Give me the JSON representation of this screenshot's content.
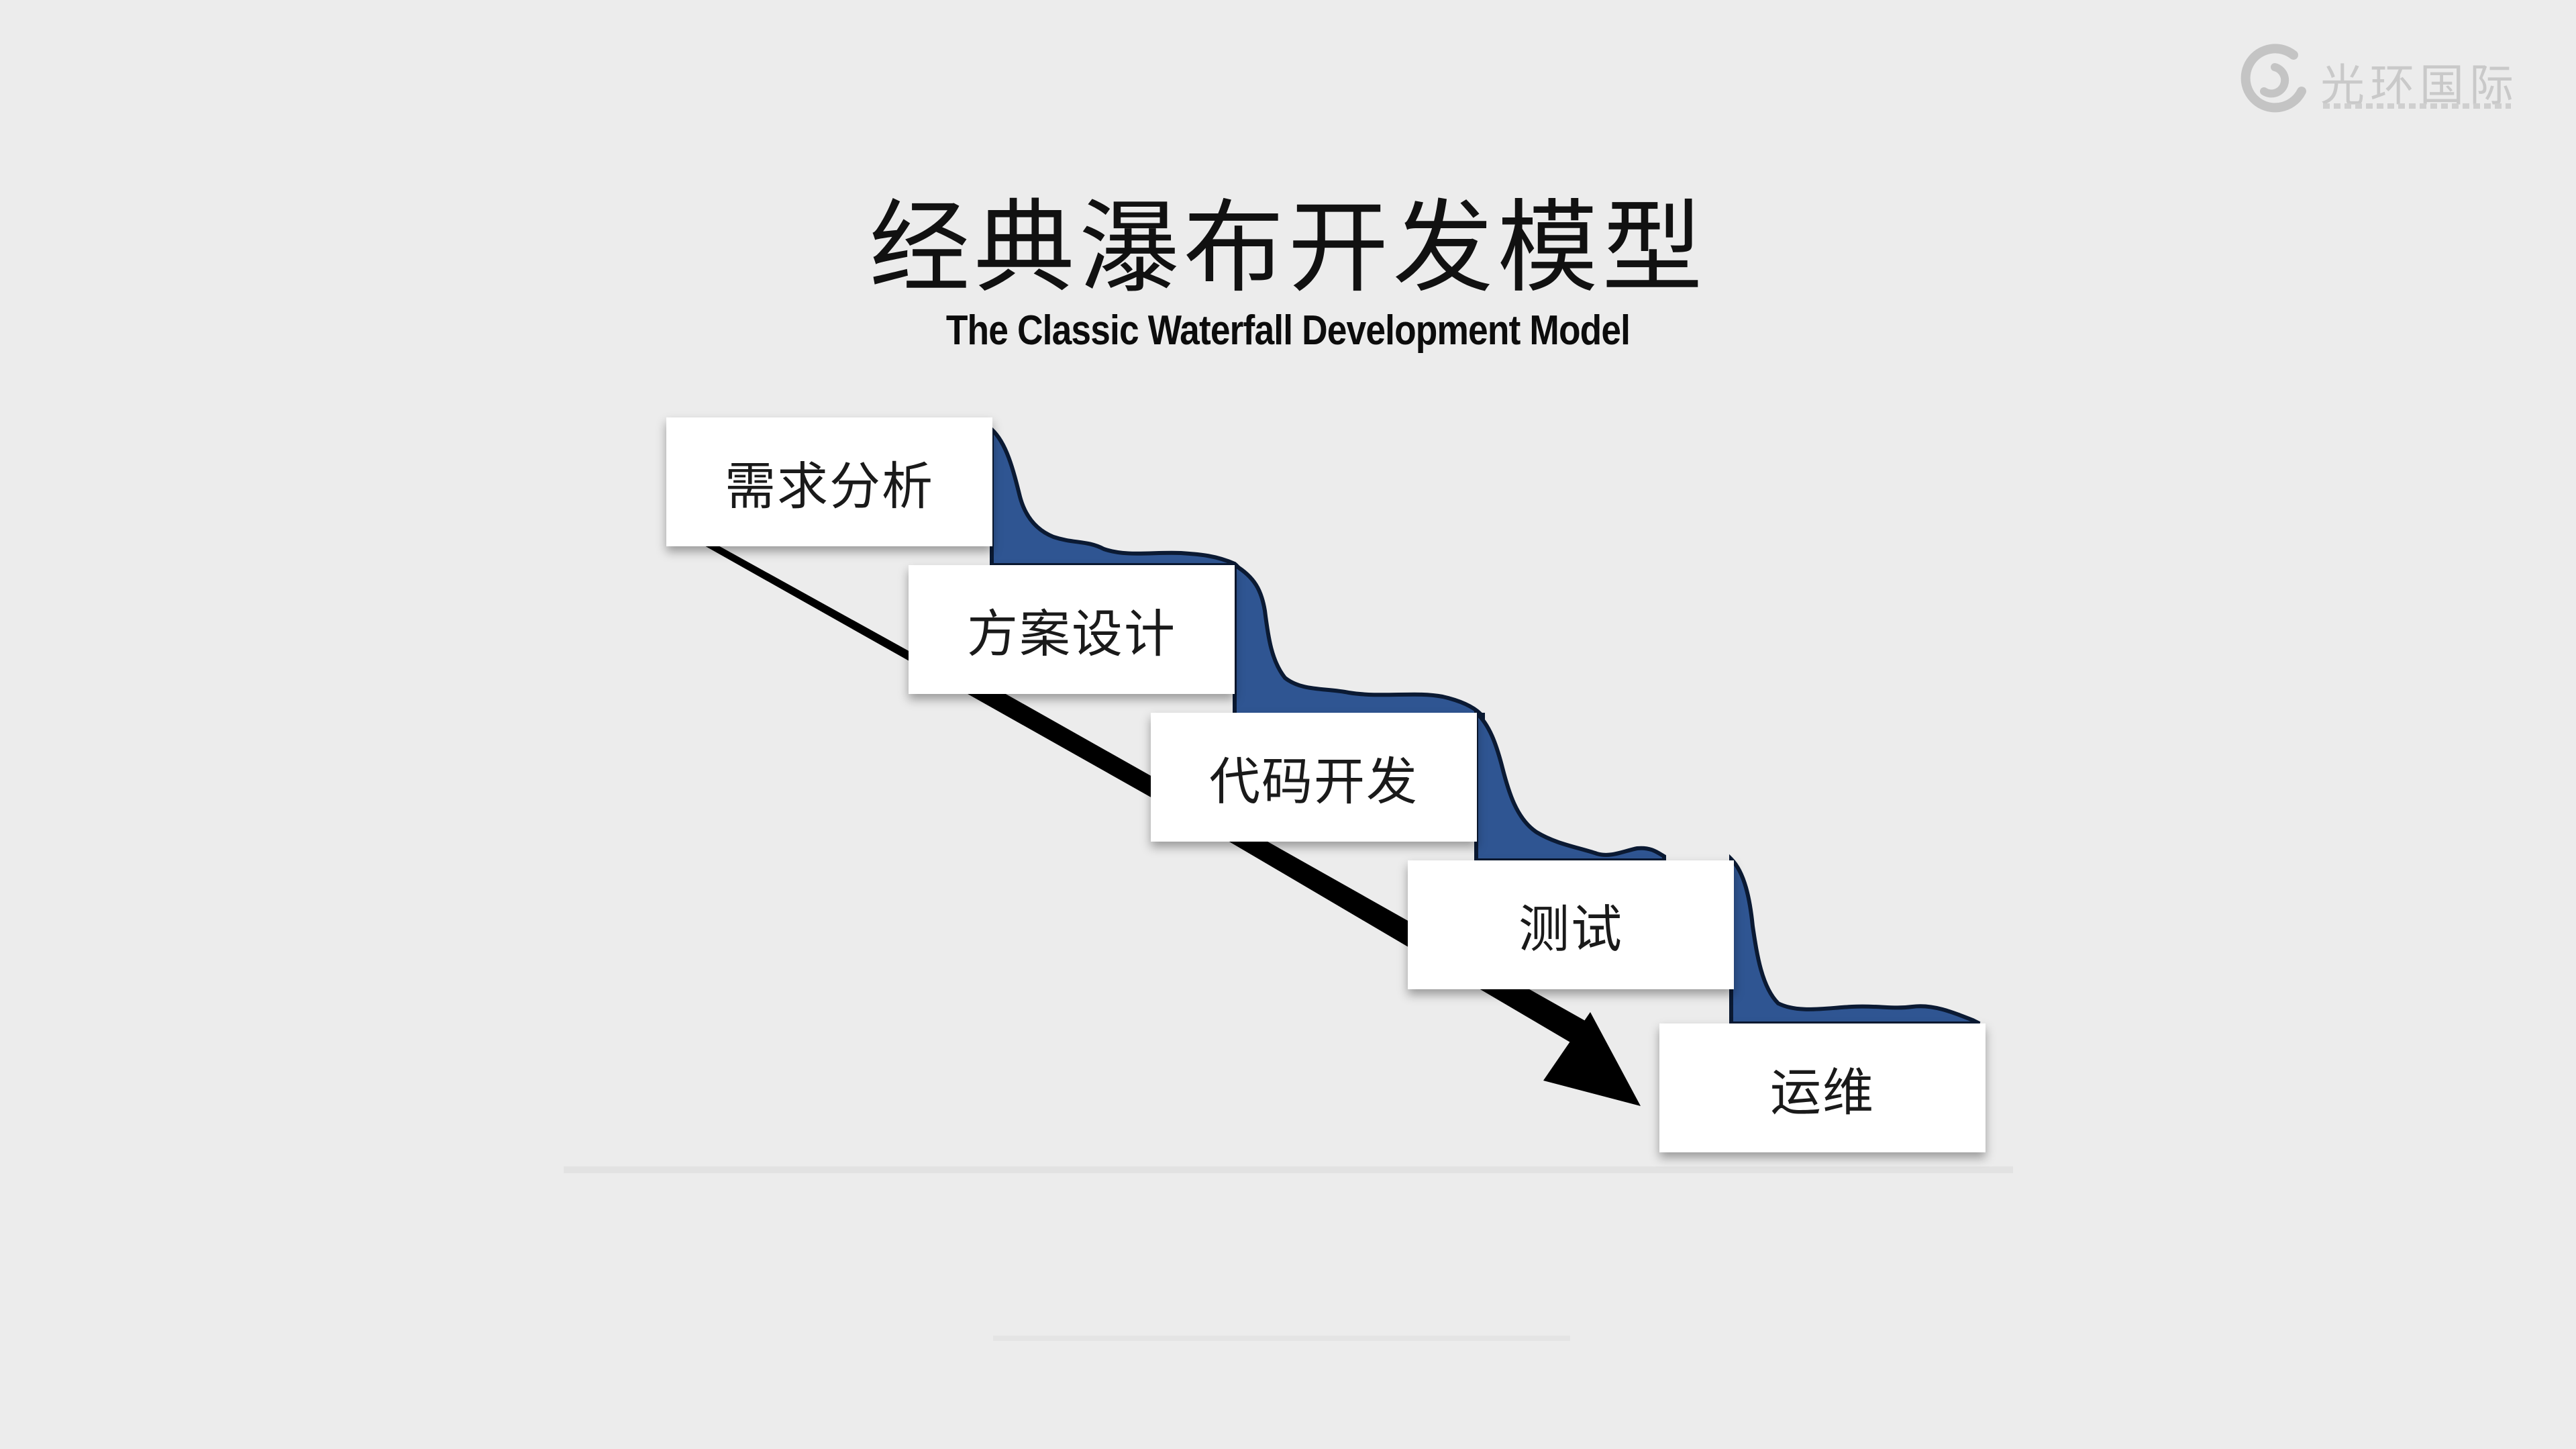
{
  "title": {
    "chinese": "经典瀑布开发模型",
    "english": "The Classic Waterfall Development Model"
  },
  "steps": [
    {
      "label": "需求分析"
    },
    {
      "label": "方案设计"
    },
    {
      "label": "代码开发"
    },
    {
      "label": "测试"
    },
    {
      "label": "运维"
    }
  ],
  "logo": {
    "text": "光环国际",
    "icon": "swirl-logo-icon"
  },
  "colors": {
    "background": "#ececec",
    "water": "#2f5592",
    "arrow": "#000000",
    "box": "#ffffff"
  }
}
